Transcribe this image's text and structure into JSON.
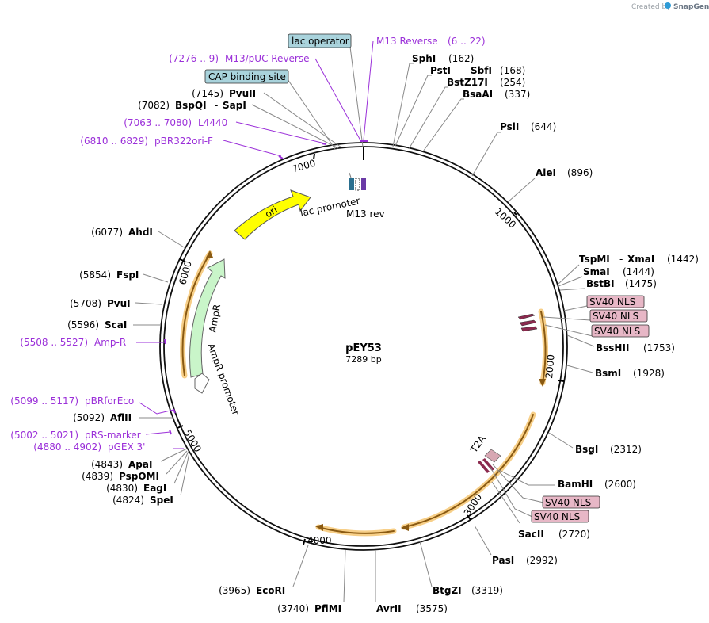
{
  "plasmid": {
    "name": "pEY53",
    "length": "7289 bp"
  },
  "credit": {
    "created_by": "Created by",
    "brand": "SnapGene"
  },
  "ticks": [
    "1000",
    "2000",
    "3000",
    "4000",
    "5000",
    "6000",
    "7000"
  ],
  "features": {
    "ori": "ori",
    "lac_promoter": "lac promoter",
    "m13_rev": "M13 rev",
    "ampr": "AmpR",
    "ampr_promoter": "AmpR promoter",
    "t2a": "T2A"
  },
  "enzymes": [
    {
      "id": "sphi",
      "name": "SphI",
      "pos": "(162)"
    },
    {
      "id": "psti",
      "name": "PstI",
      "sep": "-",
      "name2": "SbfI",
      "pos": "(168)"
    },
    {
      "id": "bstz17i",
      "name": "BstZ17I",
      "pos": "(254)"
    },
    {
      "id": "bsaai",
      "name": "BsaAI",
      "pos": "(337)"
    },
    {
      "id": "psii",
      "name": "PsiI",
      "pos": "(644)"
    },
    {
      "id": "alei",
      "name": "AleI",
      "pos": "(896)"
    },
    {
      "id": "tspmi",
      "name": "TspMI",
      "sep": "-",
      "name2": "XmaI",
      "pos": "(1442)"
    },
    {
      "id": "smai",
      "name": "SmaI",
      "pos": "(1444)"
    },
    {
      "id": "bstbi",
      "name": "BstBI",
      "pos": "(1475)"
    },
    {
      "id": "bsshii",
      "name": "BssHII",
      "pos": "(1753)"
    },
    {
      "id": "bsmi",
      "name": "BsmI",
      "pos": "(1928)"
    },
    {
      "id": "bsgi",
      "name": "BsgI",
      "pos": "(2312)"
    },
    {
      "id": "bamhi",
      "name": "BamHI",
      "pos": "(2600)"
    },
    {
      "id": "sacii",
      "name": "SacII",
      "pos": "(2720)"
    },
    {
      "id": "pasi",
      "name": "PasI",
      "pos": "(2992)"
    },
    {
      "id": "btgzi",
      "name": "BtgZI",
      "pos": "(3319)"
    },
    {
      "id": "avrii",
      "name": "AvrII",
      "pos": "(3575)"
    },
    {
      "id": "pflmi",
      "name": "PflMI",
      "pos": "(3740)"
    },
    {
      "id": "ecori",
      "name": "EcoRI",
      "pos": "(3965)"
    },
    {
      "id": "spei",
      "name": "SpeI",
      "pos": "(4824)"
    },
    {
      "id": "eagi",
      "name": "EagI",
      "pos": "(4830)"
    },
    {
      "id": "pspomi",
      "name": "PspOMI",
      "pos": "(4839)"
    },
    {
      "id": "apai",
      "name": "ApaI",
      "pos": "(4843)"
    },
    {
      "id": "aflii",
      "name": "AflII",
      "pos": "(5092)"
    },
    {
      "id": "scai",
      "name": "ScaI",
      "pos": "(5596)"
    },
    {
      "id": "pvui",
      "name": "PvuI",
      "pos": "(5708)"
    },
    {
      "id": "fspi",
      "name": "FspI",
      "pos": "(5854)"
    },
    {
      "id": "ahdi",
      "name": "AhdI",
      "pos": "(6077)"
    },
    {
      "id": "bspqi",
      "name": "BspQI",
      "sep": "-",
      "name2": "SapI",
      "pos": "(7082)"
    },
    {
      "id": "pvuii",
      "name": "PvuII",
      "pos": "(7145)"
    }
  ],
  "primers": [
    {
      "id": "m13rev",
      "name": "M13 Reverse",
      "range": "(6 .. 22)"
    },
    {
      "id": "m13puc",
      "name": "M13/pUC Reverse",
      "range": "(7276 .. 9)"
    },
    {
      "id": "l4440",
      "name": "L4440",
      "range": "(7063 .. 7080)"
    },
    {
      "id": "pbr322",
      "name": "pBR322ori-F",
      "range": "(6810 .. 6829)"
    },
    {
      "id": "ampr",
      "name": "Amp-R",
      "range": "(5508 .. 5527)"
    },
    {
      "id": "pbrforeco",
      "name": "pBRforEco",
      "range": "(5099 .. 5117)"
    },
    {
      "id": "prs",
      "name": "pRS-marker",
      "range": "(5002 .. 5021)"
    },
    {
      "id": "pgex",
      "name": "pGEX 3'",
      "range": "(4880 .. 4902)"
    }
  ],
  "boxes": [
    {
      "id": "lacop",
      "text": "lac operator",
      "color": "#a9d3dc"
    },
    {
      "id": "cap",
      "text": "CAP binding site",
      "color": "#a9d3dc"
    },
    {
      "id": "nls1",
      "text": "SV40 NLS",
      "color": "#e7b7c6"
    },
    {
      "id": "nls2",
      "text": "SV40 NLS",
      "color": "#e7b7c6"
    },
    {
      "id": "nls3",
      "text": "SV40 NLS",
      "color": "#e7b7c6"
    },
    {
      "id": "nls4",
      "text": "SV40 NLS",
      "color": "#e7b7c6"
    },
    {
      "id": "nls5",
      "text": "SV40 NLS",
      "color": "#e7b7c6"
    }
  ]
}
